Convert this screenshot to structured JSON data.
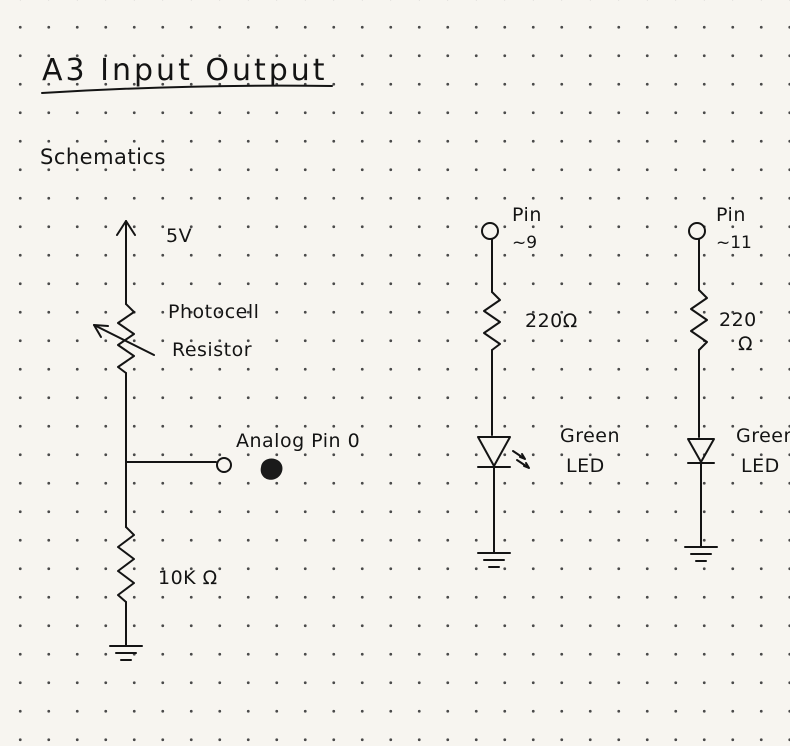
{
  "title": "A3 Input Output",
  "section_heading": "Schematics",
  "circuit_1": {
    "supply_label": "5V",
    "sensor_label_line1": "Photocell",
    "sensor_label_line2": "Resistor",
    "input_label": "Analog Pin 0",
    "resistor_label": "10K Ω"
  },
  "circuit_2": {
    "pin_label_line1": "Pin",
    "pin_label_line2": "~9",
    "resistor_label": "220Ω",
    "led_label_line1": "Green",
    "led_label_line2": "LED"
  },
  "circuit_3": {
    "pin_label_line1": "Pin",
    "pin_label_line2": "~11",
    "resistor_label_line1": "220",
    "resistor_label_line2": "Ω",
    "led_label_line1": "Green",
    "led_label_line2": "LED"
  }
}
